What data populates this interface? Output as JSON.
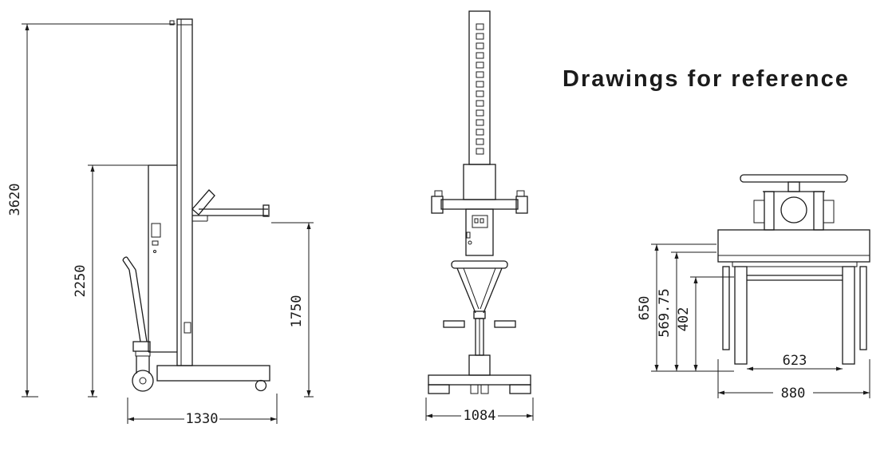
{
  "title": "Drawings for reference",
  "colors": {
    "line": "#1b1b1b",
    "background": "#ffffff"
  },
  "views": {
    "side": {
      "dims": {
        "total_height": "3620",
        "body_height": "2250",
        "table_height": "1750",
        "base_length": "1330"
      }
    },
    "front": {
      "dims": {
        "base_width": "1084"
      }
    },
    "rear": {
      "dims": {
        "height_a": "650",
        "height_b": "569.75",
        "height_c": "402",
        "inner_width": "623",
        "outer_width": "880"
      }
    }
  }
}
